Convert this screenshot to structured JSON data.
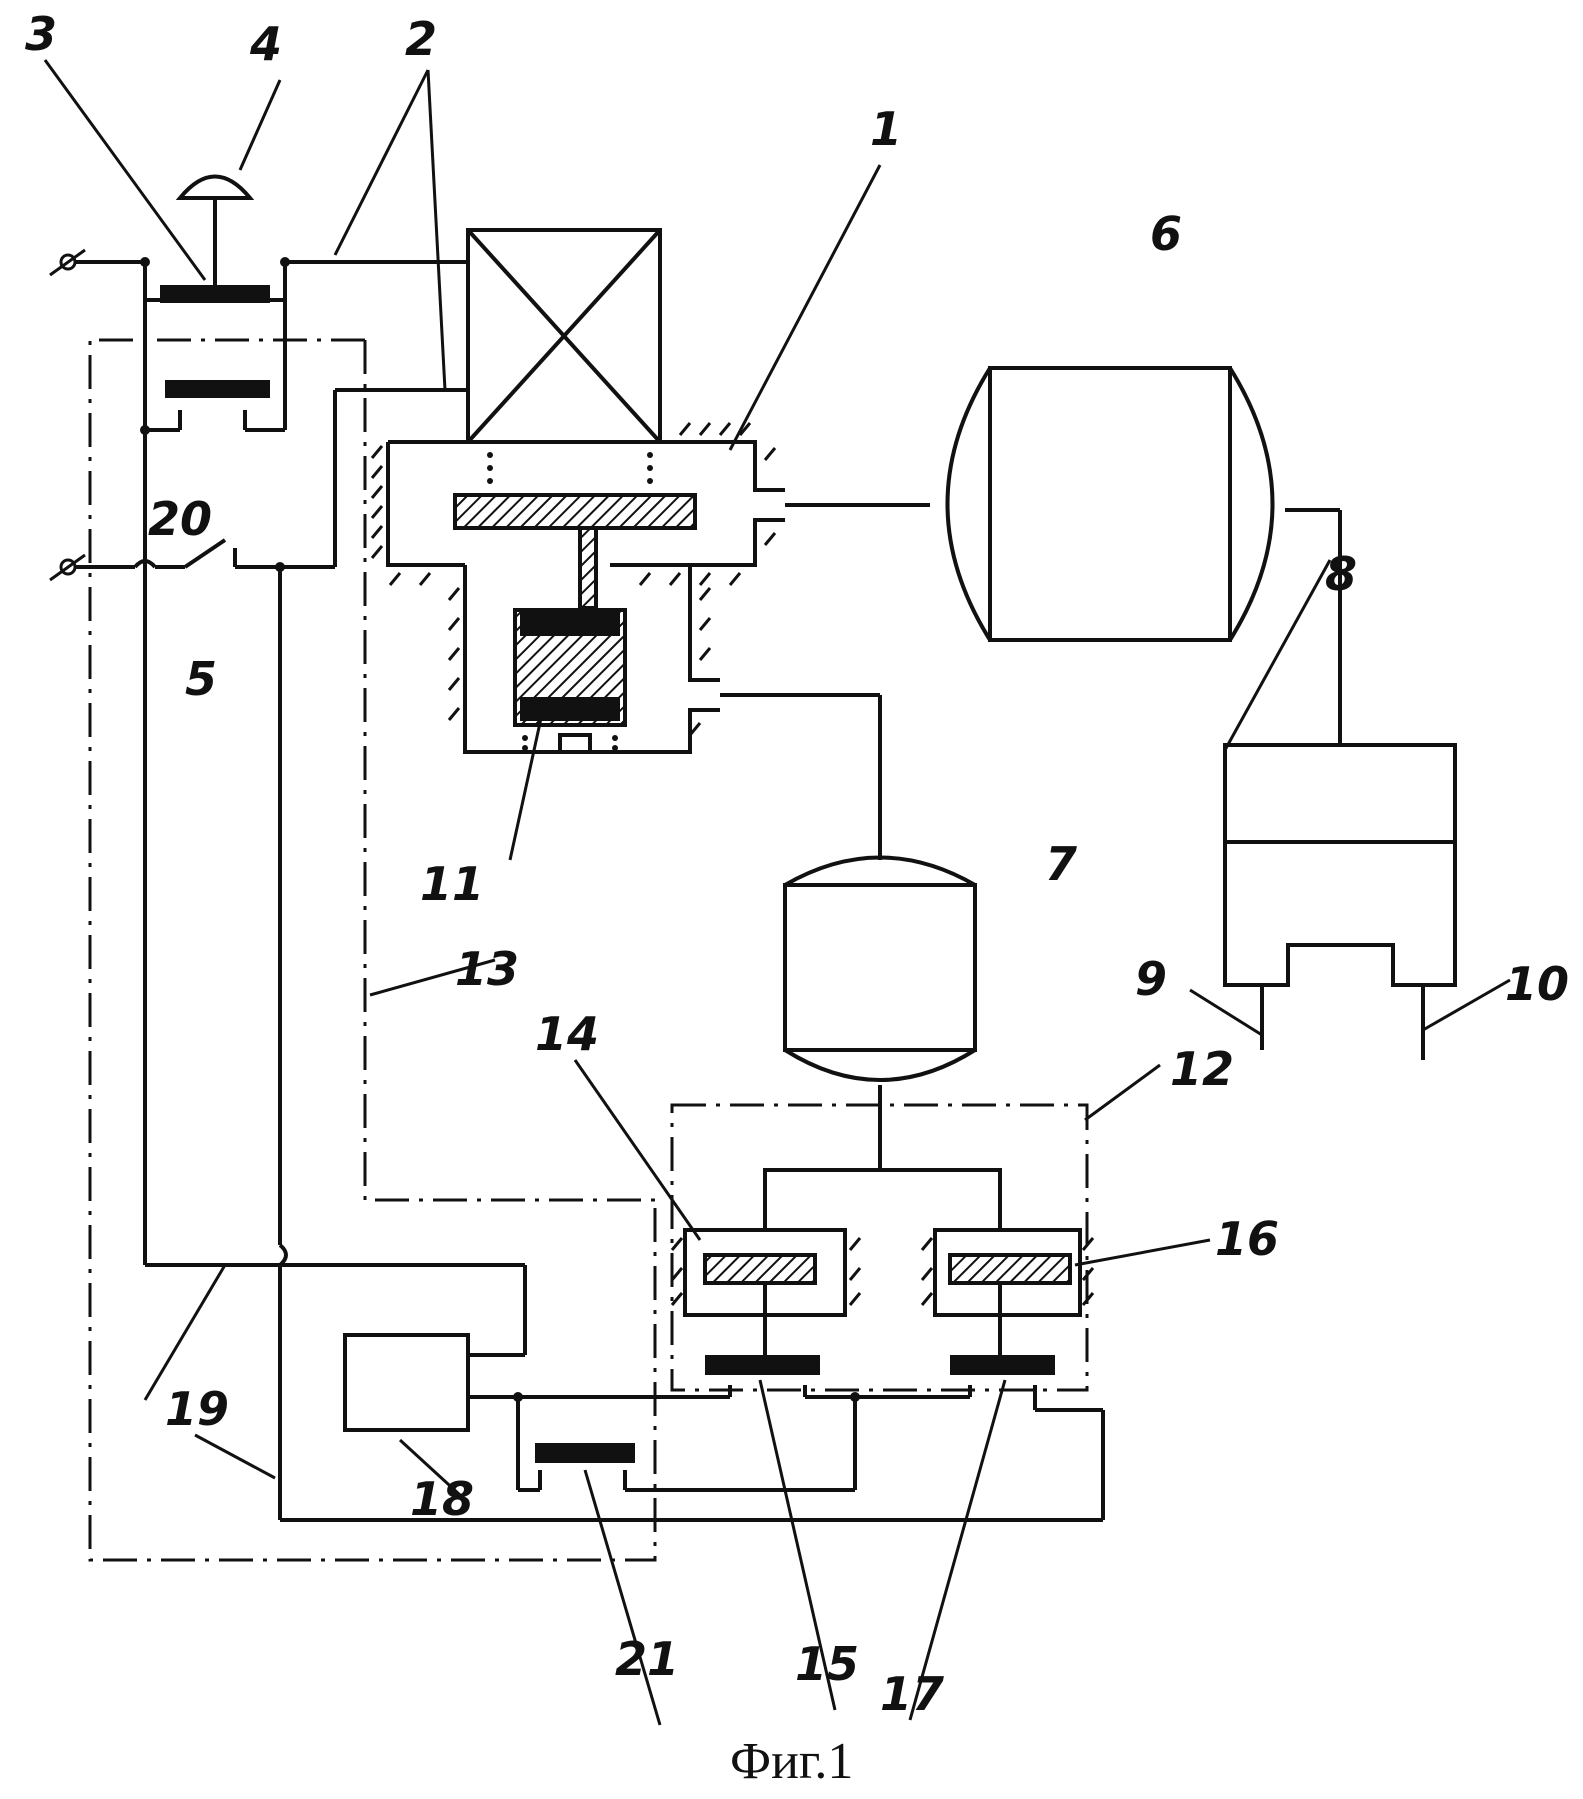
{
  "caption": "Фиг.1",
  "labels": {
    "l1": "1",
    "l2": "2",
    "l3": "3",
    "l4": "4",
    "l5": "5",
    "l6": "6",
    "l7": "7",
    "l8": "8",
    "l9": "9",
    "l10": "10",
    "l11": "11",
    "l12": "12",
    "l13": "13",
    "l14": "14",
    "l15": "15",
    "l16": "16",
    "l17": "17",
    "l18": "18",
    "l19a": "19",
    "l19b": "19",
    "l20": "20",
    "l21": "21"
  }
}
